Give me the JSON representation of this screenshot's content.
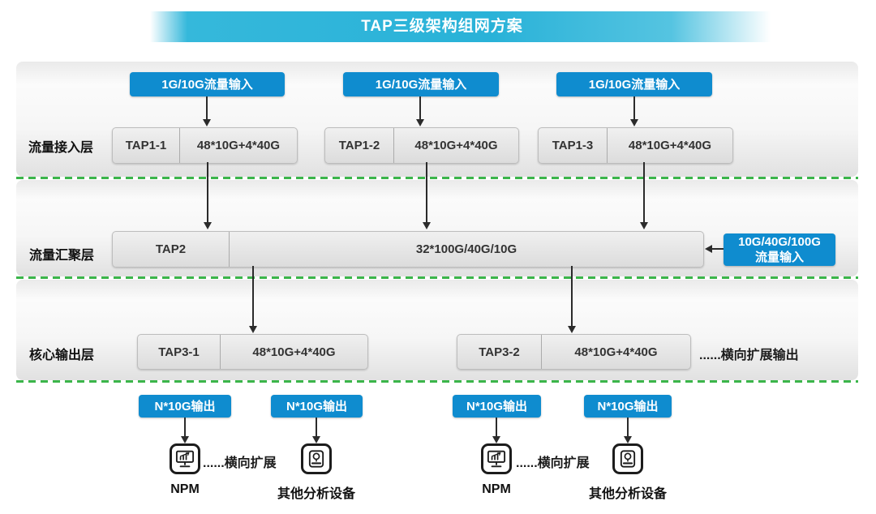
{
  "title": "TAP三级架构组网方案",
  "colors": {
    "badge_blue": "#0f8ccf",
    "banner_cyan": "#29b2d8",
    "dash_green": "#3bb54a",
    "device_gray": "#e4e4e4"
  },
  "layer_labels": [
    "流量接入层",
    "流量汇聚层",
    "核心输出层"
  ],
  "access_layer": {
    "input_badges": [
      "1G/10G流量输入",
      "1G/10G流量输入",
      "1G/10G流量输入"
    ],
    "devices": [
      {
        "name": "TAP1-1",
        "spec": "48*10G+4*40G"
      },
      {
        "name": "TAP1-2",
        "spec": "48*10G+4*40G"
      },
      {
        "name": "TAP1-3",
        "spec": "48*10G+4*40G"
      }
    ]
  },
  "aggregation_layer": {
    "device": {
      "name": "TAP2",
      "spec": "32*100G/40G/10G"
    },
    "side_input": {
      "line1": "10G/40G/100G",
      "line2": "流量输入"
    }
  },
  "core_output_layer": {
    "devices": [
      {
        "name": "TAP3-1",
        "spec": "48*10G+4*40G"
      },
      {
        "name": "TAP3-2",
        "spec": "48*10G+4*40G"
      }
    ],
    "expand_note": "......横向扩展输出"
  },
  "output_section": {
    "groups": [
      {
        "badge": "N*10G输出",
        "icon": "npm-monitor-icon",
        "label": "NPM"
      },
      {
        "badge": "N*10G输出",
        "icon": "analysis-device-icon",
        "label": "其他分析设备"
      },
      {
        "badge": "N*10G输出",
        "icon": "npm-monitor-icon",
        "label": "NPM"
      },
      {
        "badge": "N*10G输出",
        "icon": "analysis-device-icon",
        "label": "其他分析设备"
      }
    ],
    "expand_notes": [
      "......横向扩展",
      "......横向扩展"
    ]
  }
}
